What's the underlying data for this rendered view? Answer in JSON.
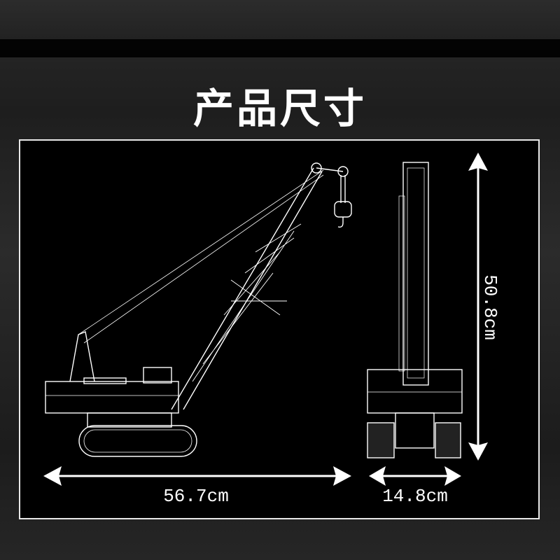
{
  "title": "产品尺寸",
  "dimensions": {
    "length": "56.7cm",
    "width": "14.8cm",
    "height": "50.8cm"
  },
  "colors": {
    "background": "#000000",
    "line": "#ffffff",
    "frame": "#e8e8e8"
  }
}
